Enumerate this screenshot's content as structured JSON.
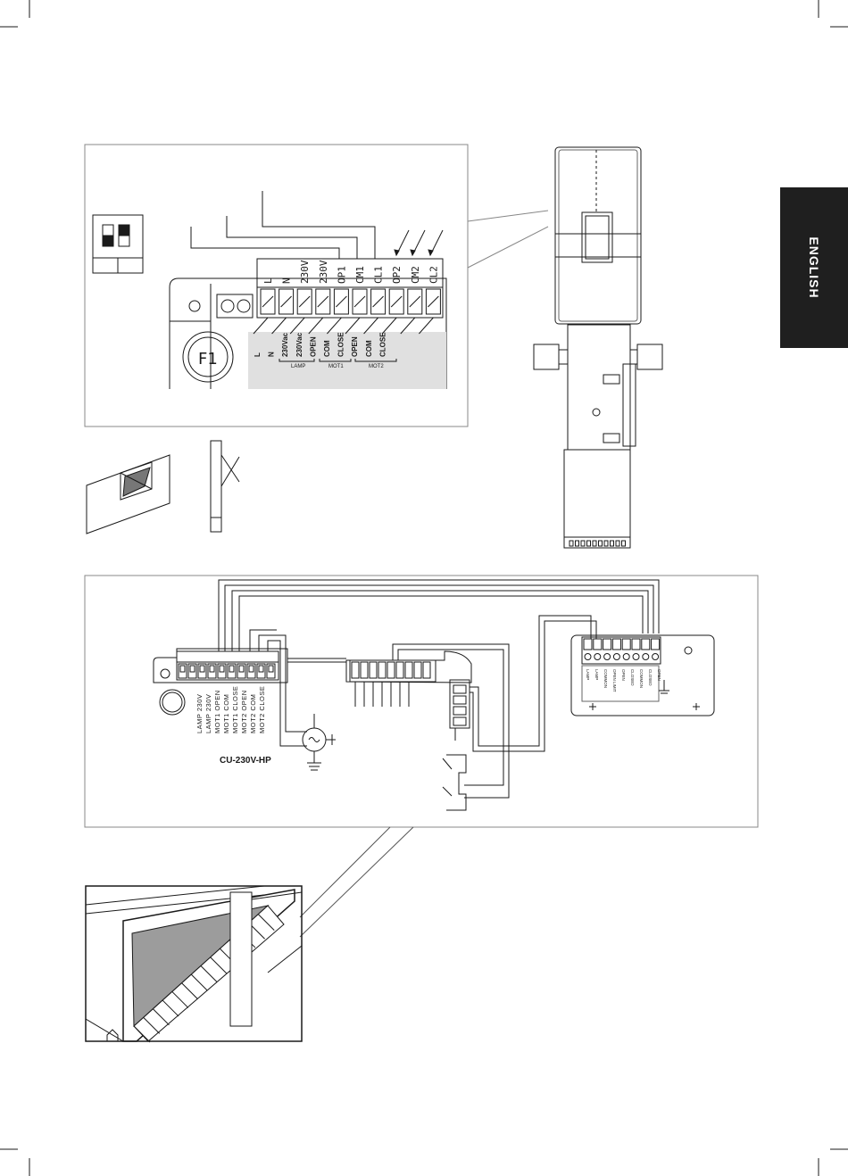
{
  "side_tab": {
    "label": "ENGLISH"
  },
  "terminal_top": [
    "L",
    "N",
    "230V",
    "230V",
    "OP1",
    "CM1",
    "CL1",
    "OP2",
    "CM2",
    "CL2"
  ],
  "terminal_bottom": [
    "L",
    "N",
    "230Vac",
    "230Vac",
    "OPEN",
    "COM",
    "CLOSE",
    "OPEN",
    "COM",
    "CLOSE"
  ],
  "terminal_groups": [
    "LAMP",
    "MOT1",
    "MOT2"
  ],
  "fuse_label": "F1",
  "wiring_labels": [
    "LAMP 230V",
    "LAMP 230V",
    "MOT1 OPEN",
    "MOT1 COM",
    "MOT1 CLOSE",
    "MOT2 OPEN",
    "MOT2 COM",
    "MOT2 CLOSE"
  ],
  "control_unit": {
    "name": "CU-230V-HP"
  },
  "motor_terminal_labels": [
    "LAMP",
    "LAMP",
    "COMMON",
    "OPEN LIMIT",
    "OPEN",
    "CLOSED",
    "COMMON",
    "CLOSED",
    "OPEN"
  ]
}
